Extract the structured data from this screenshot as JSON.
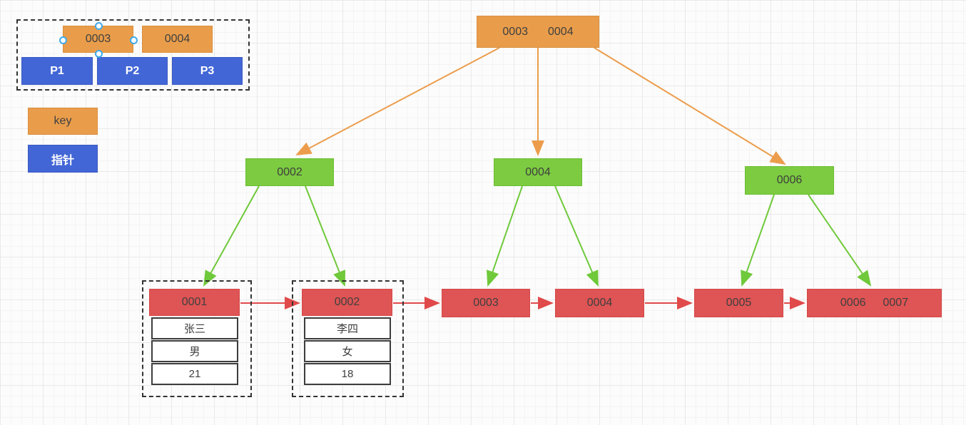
{
  "app": {
    "type": "diagram-canvas",
    "description": "B+ tree index structure diagram"
  },
  "colors": {
    "key_orange": "#e99d4b",
    "pointer_blue": "#4366d6",
    "internal_green": "#7ccb40",
    "leaf_red": "#df5454",
    "selection_handle_blue": "#3fa9e8",
    "dashed_border": "#333333",
    "grid_major": "#e9e9e9",
    "grid_minor": "#f4f4f4"
  },
  "detail_group": {
    "keys": [
      {
        "label": "0003",
        "selected": true
      },
      {
        "label": "0004",
        "selected": false
      }
    ],
    "pointers": [
      {
        "label": "P1"
      },
      {
        "label": "P2"
      },
      {
        "label": "P3"
      }
    ]
  },
  "legend": {
    "key_label": "key",
    "pointer_label": "指针"
  },
  "tree": {
    "root": {
      "labels": [
        "0003",
        "0004"
      ]
    },
    "internal_nodes": [
      {
        "label": "0002"
      },
      {
        "label": "0004"
      },
      {
        "label": "0006"
      }
    ],
    "leaf_nodes": [
      {
        "labels": [
          "0001"
        ],
        "record": [
          "张三",
          "男",
          "21"
        ],
        "highlighted": true
      },
      {
        "labels": [
          "0002"
        ],
        "record": [
          "李四",
          "女",
          "18"
        ],
        "highlighted": true
      },
      {
        "labels": [
          "0003"
        ]
      },
      {
        "labels": [
          "0004"
        ]
      },
      {
        "labels": [
          "0005"
        ]
      },
      {
        "labels": [
          "0006",
          "0007"
        ]
      }
    ]
  }
}
